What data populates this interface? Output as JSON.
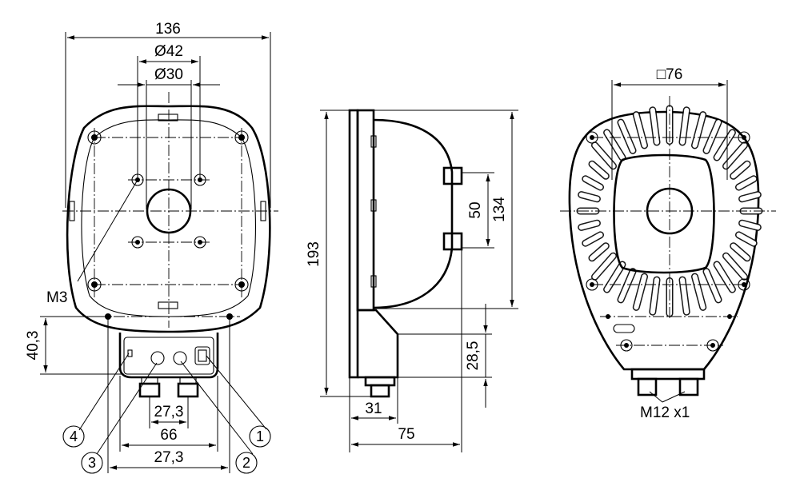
{
  "dimensions": {
    "front_width": "136",
    "front_dia_outer": "Ø42",
    "front_dia_inner": "Ø30",
    "front_height_lower": "40,3",
    "front_conn_spacing_1": "27,3",
    "front_base_width": "66",
    "front_conn_spacing_2": "27,3",
    "side_total_height": "193",
    "side_head_height": "134",
    "side_slot_height": "50",
    "side_lower_height": "28,5",
    "side_base_depth": "31",
    "side_total_depth": "75",
    "back_square": "□76"
  },
  "labels": {
    "thread_front": "M3",
    "connector_back": "M12 x1"
  },
  "balloons": [
    "1",
    "2",
    "3",
    "4"
  ],
  "colors": {
    "line": "#000000",
    "background": "#ffffff"
  }
}
